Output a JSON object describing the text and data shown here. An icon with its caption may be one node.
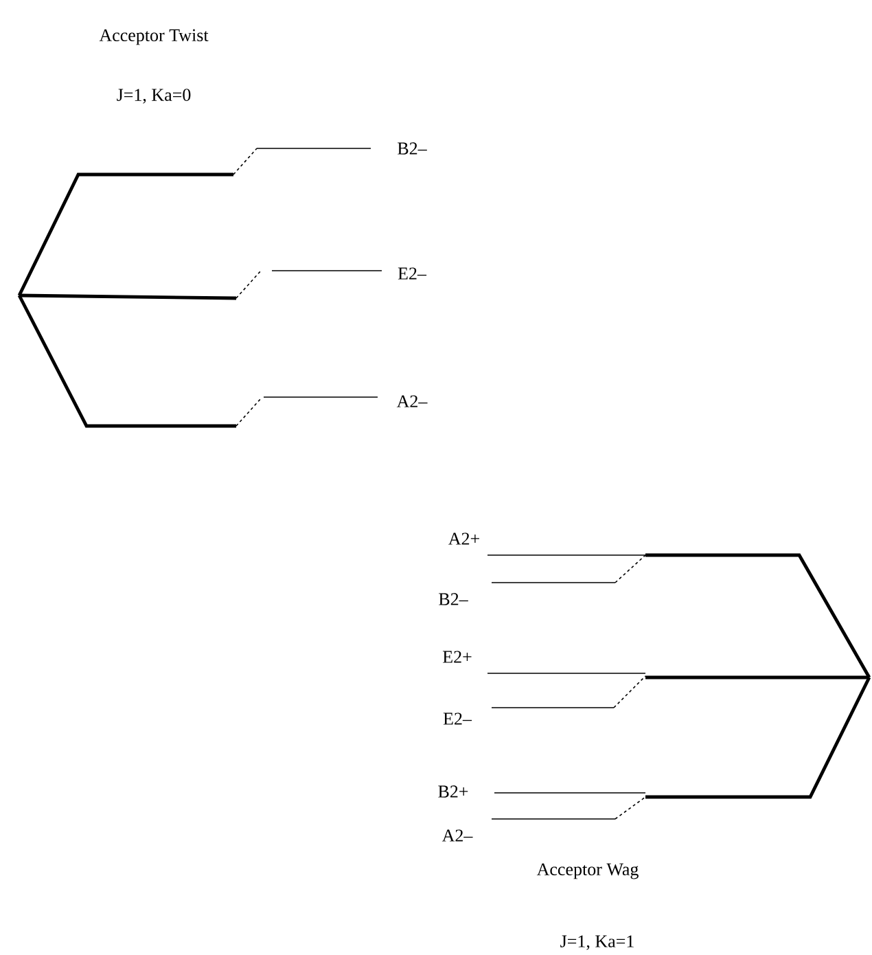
{
  "diagram": {
    "labels": [
      "Acceptor Twist",
      "J=1, Ka=0",
      "B2–",
      "E2–",
      "A2–",
      "A2+",
      "B2–",
      "E2+",
      "E2–",
      "B2+",
      "A2–",
      "Acceptor Wag",
      "J=1, Ka=1"
    ]
  }
}
